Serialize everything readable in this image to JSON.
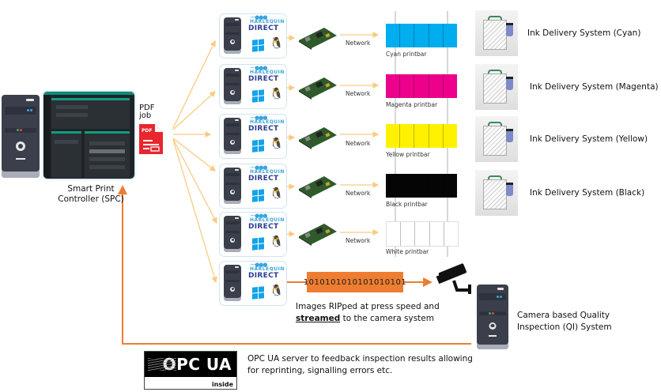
{
  "controller": {
    "label_line1": "Smart Print",
    "label_line2": "Controller (SPC)",
    "pdf_label_line1": "PDF",
    "pdf_label_line2": "job",
    "pdf_icon_text": "PDF"
  },
  "rip_nodes": [
    {
      "brand_top": "HARLEQUIN",
      "brand_main": "DIRECT",
      "network_label": "Network",
      "output": "Cyan printbar"
    },
    {
      "brand_top": "HARLEQUIN",
      "brand_main": "DIRECT",
      "network_label": "Network",
      "output": "Magenta printbar"
    },
    {
      "brand_top": "HARLEQUIN",
      "brand_main": "DIRECT",
      "network_label": "Network",
      "output": "Yellow printbar"
    },
    {
      "brand_top": "HARLEQUIN",
      "brand_main": "DIRECT",
      "network_label": "Network",
      "output": "Black printbar"
    },
    {
      "brand_top": "HARLEQUIN",
      "brand_main": "DIRECT",
      "network_label": "Network",
      "output": "White printbar"
    },
    {
      "brand_top": "HARLEQUIN",
      "brand_main": "DIRECT"
    }
  ],
  "printbars": [
    {
      "label": "Cyan printbar",
      "color": "#00adef"
    },
    {
      "label": "Magenta printbar",
      "color": "#ec008c"
    },
    {
      "label": "Yellow printbar",
      "color": "#fff200"
    },
    {
      "label": "Black printbar",
      "color": "#050505"
    },
    {
      "label": "White printbar",
      "color": "#ffffff"
    }
  ],
  "ink_delivery": [
    {
      "label": "Ink Delivery System (Cyan)"
    },
    {
      "label": "Ink Delivery System (Magenta)"
    },
    {
      "label": "Ink Delivery System (Yellow)"
    },
    {
      "label": "Ink Delivery System (Black)"
    }
  ],
  "stream": {
    "binary": "1010101010101010101",
    "caption_line1": "Images RIPped at press speed and",
    "caption_emph": "streamed",
    "caption_line2_rest": " to the camera system"
  },
  "inspection": {
    "label_line1": "Camera based Quality",
    "label_line2": "Inspection (QI) System"
  },
  "opc": {
    "logo_text": "OPC UA",
    "logo_sub": "inside",
    "caption_line1": "OPC UA server to feedback inspection results allowing",
    "caption_line2": "for reprinting, signalling errors etc."
  },
  "colors": {
    "fanout_arrow": "#f9cb80",
    "feedback_arrow": "#ed7d31",
    "frame_border": "#cfe4f2"
  }
}
